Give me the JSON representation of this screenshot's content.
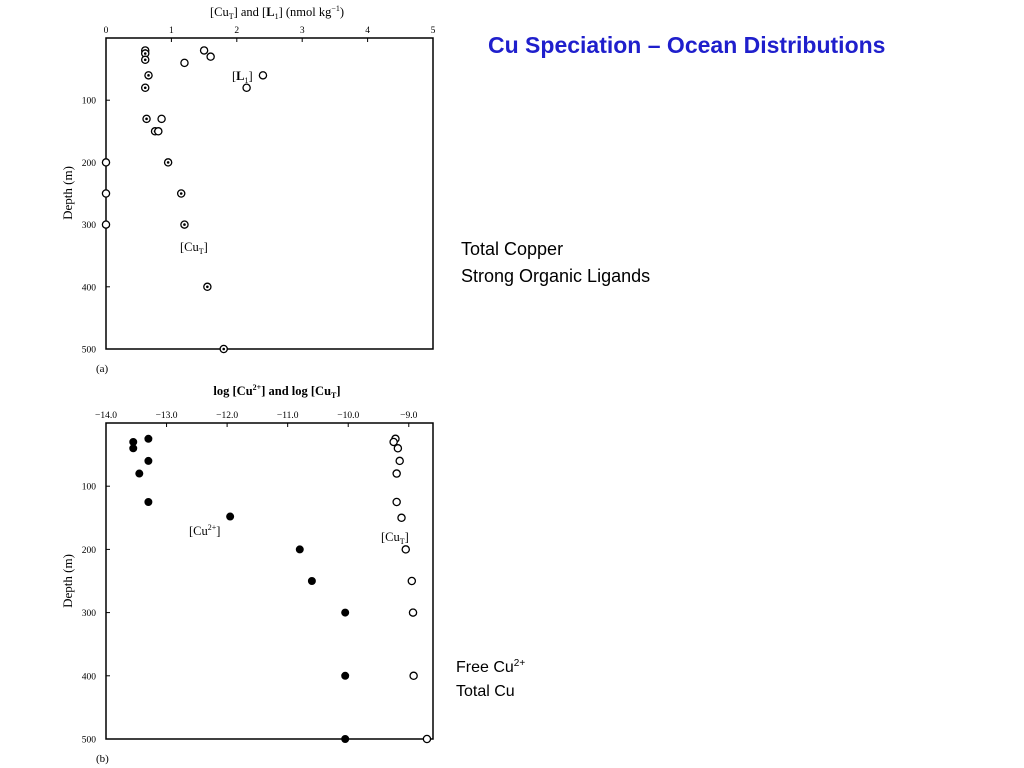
{
  "slide_title": "Cu Speciation – Ocean Distributions",
  "notes_a": {
    "line1": "Total Copper",
    "line2": "Strong Organic Ligands"
  },
  "notes_b": {
    "line1_base": "Free Cu",
    "line1_sup": "2+",
    "line2": "Total Cu"
  },
  "chart_data": [
    {
      "panel": "(a)",
      "type": "scatter",
      "title": "",
      "xlabel": "[CuT] and [L1] (nmol kg⁻¹)",
      "ylabel": "Depth (m)",
      "xlim": [
        0,
        5
      ],
      "ylim": [
        500,
        0
      ],
      "y_inverted": true,
      "x_ticks": [
        0,
        1,
        2,
        3,
        4,
        5
      ],
      "y_ticks": [
        100,
        200,
        300,
        400,
        500
      ],
      "grid": false,
      "colors": {
        "open": "#000000",
        "filled": "#000000"
      },
      "series": [
        {
          "name": "[CuT]",
          "marker": "dotted-circle",
          "x": [
            0.6,
            0.6,
            0.6,
            0.65,
            0.6,
            0.62,
            0.75,
            0.95,
            1.15,
            1.2,
            1.55,
            1.8
          ],
          "y": [
            20,
            25,
            35,
            60,
            80,
            130,
            150,
            200,
            250,
            300,
            400,
            500
          ]
        },
        {
          "name": "[L1]",
          "marker": "open-circle",
          "x": [
            1.5,
            1.6,
            1.2,
            2.4,
            2.15,
            0.85,
            0.8,
            0.0,
            0.0,
            0.0
          ],
          "y": [
            20,
            30,
            40,
            60,
            80,
            130,
            150,
            200,
            250,
            300
          ]
        }
      ],
      "annotations": [
        {
          "text": "[L1]",
          "x": 1.95,
          "y": 50
        },
        {
          "text": "[CuT]",
          "x": 1.2,
          "y": 355
        }
      ]
    },
    {
      "panel": "(b)",
      "type": "scatter",
      "title": "",
      "xlabel": "log [Cu2+] and log [CuT]",
      "ylabel": "Depth (m)",
      "xlim": [
        -14.0,
        -8.6
      ],
      "ylim": [
        500,
        0
      ],
      "y_inverted": true,
      "x_ticks": [
        -14.0,
        -13.0,
        -12.0,
        -11.0,
        -10.0,
        -9.0
      ],
      "x_tick_labels": [
        "−14.0",
        "−13.0",
        "−12.0",
        "−11.0",
        "−10.0",
        "−9.0"
      ],
      "y_ticks": [
        100,
        200,
        300,
        400,
        500
      ],
      "grid": false,
      "series": [
        {
          "name": "[Cu2+]",
          "marker": "filled-circle",
          "x": [
            -13.3,
            -13.55,
            -13.55,
            -13.3,
            -13.45,
            -13.3,
            -11.95,
            -10.8,
            -10.6,
            -10.05,
            -10.05,
            -10.05
          ],
          "y": [
            25,
            30,
            40,
            60,
            80,
            125,
            148,
            200,
            250,
            300,
            400,
            500
          ]
        },
        {
          "name": "[CuT]",
          "marker": "open-circle",
          "x": [
            -9.22,
            -9.25,
            -9.18,
            -9.15,
            -9.2,
            -9.2,
            -9.12,
            -9.05,
            -8.95,
            -8.93,
            -8.92,
            -8.7
          ],
          "y": [
            25,
            30,
            40,
            60,
            80,
            125,
            150,
            200,
            250,
            300,
            400,
            500
          ]
        }
      ],
      "annotations": [
        {
          "text": "[Cu2+]",
          "x": -12.9,
          "y": 155
        },
        {
          "text": "[CuT]",
          "x": -9.1,
          "y": 165
        }
      ]
    }
  ]
}
